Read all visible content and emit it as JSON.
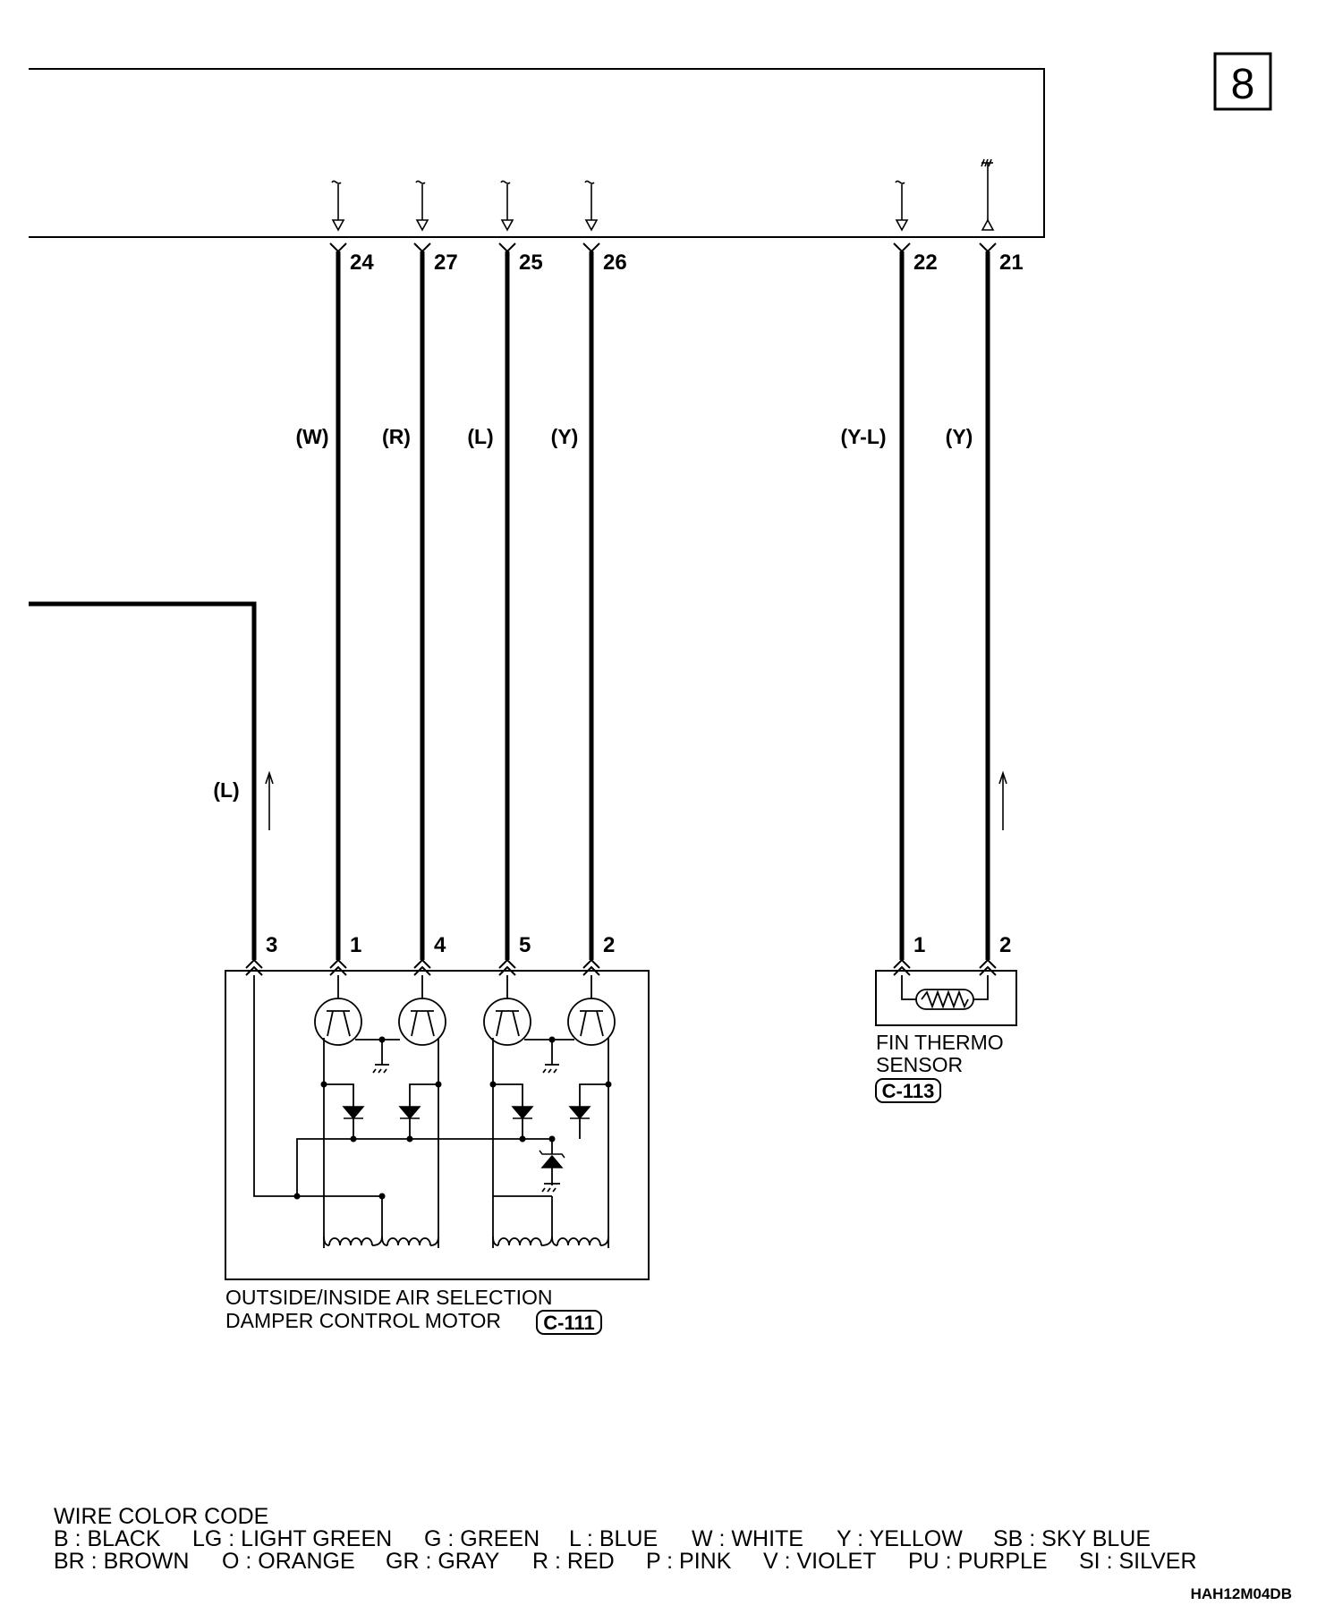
{
  "page_number": "8",
  "ecu_pins": [
    "24",
    "27",
    "25",
    "26",
    "22",
    "21"
  ],
  "wire_colors": {
    "w24": "(W)",
    "w27": "(R)",
    "w25": "(L)",
    "w26": "(Y)",
    "w22": "(Y-L)",
    "w21": "(Y)",
    "feed": "(L)"
  },
  "motor": {
    "pins": [
      "3",
      "1",
      "4",
      "5",
      "2"
    ],
    "name_line1": "OUTSIDE/INSIDE AIR SELECTION",
    "name_line2": "DAMPER CONTROL MOTOR",
    "connector": "C-111"
  },
  "sensor": {
    "pins": [
      "1",
      "2"
    ],
    "name_line1": "FIN THERMO",
    "name_line2": "SENSOR",
    "connector": "C-113"
  },
  "legend": {
    "title": "WIRE COLOR CODE",
    "row1": [
      "B : BLACK",
      "LG : LIGHT GREEN",
      "G : GREEN",
      "L : BLUE",
      "W : WHITE",
      "Y : YELLOW",
      "SB : SKY BLUE"
    ],
    "row2": [
      "BR : BROWN",
      "O : ORANGE",
      "GR : GRAY",
      "R : RED",
      "P : PINK",
      "V : VIOLET",
      "PU : PURPLE",
      "SI : SILVER"
    ]
  },
  "figure_code": "HAH12M04DB"
}
